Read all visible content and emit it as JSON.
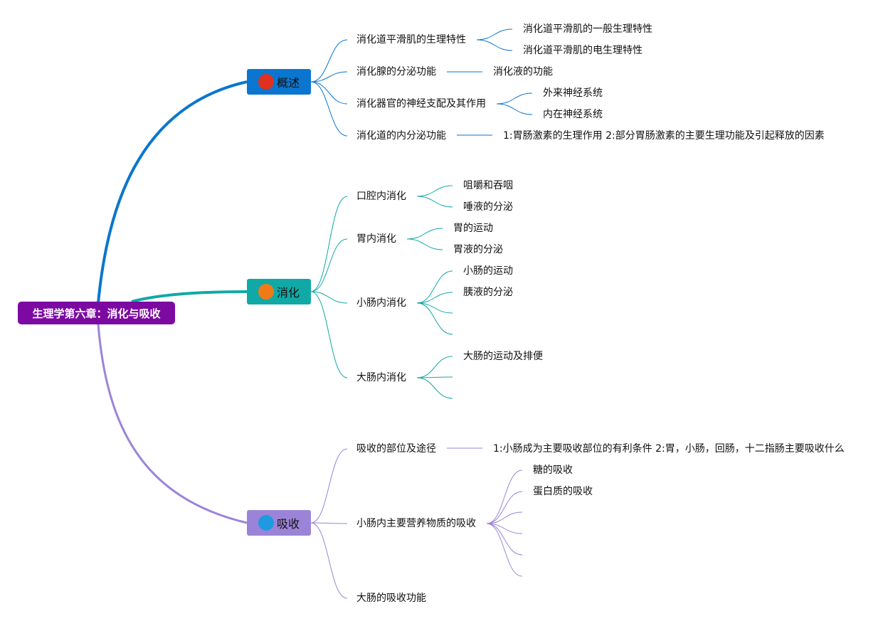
{
  "root": {
    "title": "生理学第六章：消化与吸收",
    "color": "#7c0aa2"
  },
  "branches": [
    {
      "label": "概述",
      "num": "1",
      "color": "#0a76cf",
      "badge_color": "#e0301e",
      "num_color": "#e0301e",
      "children": [
        {
          "label": "消化道平滑肌的生理特性",
          "children": [
            "消化道平滑肌的一般生理特性",
            "消化道平滑肌的电生理特性"
          ]
        },
        {
          "label": "消化腺的分泌功能",
          "children": [
            "消化液的功能"
          ]
        },
        {
          "label": "消化器官的神经支配及其作用",
          "children": [
            "外来神经系统",
            "内在神经系统"
          ]
        },
        {
          "label": "消化道的内分泌功能",
          "children": [
            "1:胃肠激素的生理作用 2:部分胃肠激素的主要生理功能及引起释放的因素"
          ]
        }
      ]
    },
    {
      "label": "消化",
      "num": "2",
      "color": "#11a9a6",
      "badge_color": "#f07a18",
      "num_color": "#f07a18",
      "children": [
        {
          "label": "口腔内消化",
          "children": [
            "咀嚼和吞咽",
            "唾液的分泌"
          ]
        },
        {
          "label": "胃内消化",
          "children": [
            "胃的运动",
            "胃液的分泌"
          ]
        },
        {
          "label": "小肠内消化",
          "children": [
            "小肠的运动",
            "胰液的分泌",
            "",
            ""
          ]
        },
        {
          "label": "大肠内消化",
          "children": [
            "大肠的运动及排便",
            "",
            ""
          ]
        }
      ]
    },
    {
      "label": "吸收",
      "num": "3",
      "color": "#9b84d8",
      "badge_color": "#1e9be0",
      "num_color": "#1e9be0",
      "children": [
        {
          "label": "吸收的部位及途径",
          "children": [
            "1:小肠成为主要吸收部位的有利条件 2:胃，小肠，回肠，十二指肠主要吸收什么"
          ]
        },
        {
          "label": "小肠内主要营养物质的吸收",
          "children": [
            "糖的吸收",
            "蛋白质的吸收",
            "",
            "",
            "",
            ""
          ]
        },
        {
          "label": "大肠的吸收功能",
          "children": []
        }
      ]
    }
  ]
}
